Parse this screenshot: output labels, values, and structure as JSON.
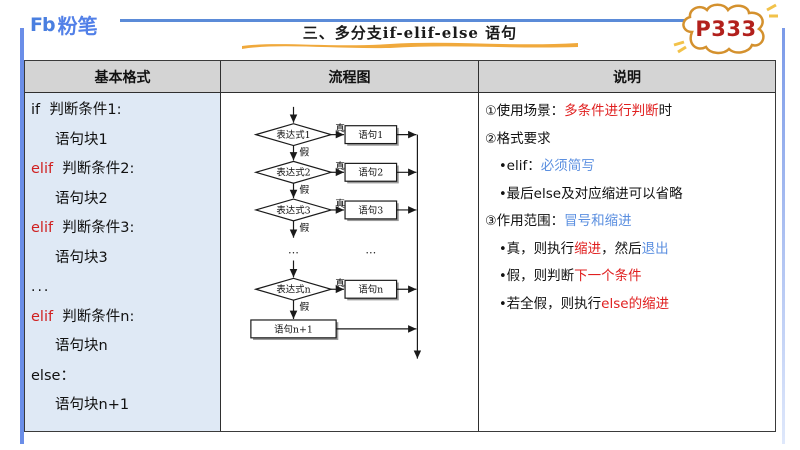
{
  "header": {
    "logo_mark": "Fb",
    "logo_text": "粉笔",
    "title": "三、多分支if-elif-else 语句",
    "page_badge": "P333",
    "badge_color": "#b2201c",
    "rule_color": "#5b8bd8",
    "brush_color": "#f0a93c"
  },
  "table": {
    "headers": [
      "基本格式",
      "流程图",
      "说明"
    ],
    "code": {
      "lines": [
        {
          "kw": "if",
          "kw_color": "plain",
          "rest": "  判断条件1:",
          "indent": false
        },
        {
          "kw": "",
          "kw_color": "plain",
          "rest": "语句块1",
          "indent": true
        },
        {
          "kw": "elif",
          "kw_color": "red",
          "rest": "  判断条件2:",
          "indent": false
        },
        {
          "kw": "",
          "kw_color": "plain",
          "rest": "语句块2",
          "indent": true
        },
        {
          "kw": "elif",
          "kw_color": "red",
          "rest": "  判断条件3:",
          "indent": false
        },
        {
          "kw": "",
          "kw_color": "plain",
          "rest": "语句块3",
          "indent": true
        },
        {
          "kw": "",
          "kw_color": "plain",
          "rest": "…",
          "indent": false
        },
        {
          "kw": "elif",
          "kw_color": "red",
          "rest": "  判断条件n:",
          "indent": false
        },
        {
          "kw": "",
          "kw_color": "plain",
          "rest": "语句块n",
          "indent": true
        },
        {
          "kw": "else",
          "kw_color": "plain",
          "rest": "：",
          "indent": false
        },
        {
          "kw": "",
          "kw_color": "plain",
          "rest": "语句块n+1",
          "indent": true
        }
      ]
    },
    "flowchart": {
      "decisions": [
        "表达式1",
        "表达式2",
        "表达式3",
        "表达式n"
      ],
      "statements": [
        "语句1",
        "语句2",
        "语句3",
        "语句n"
      ],
      "final_statement": "语句n+1",
      "true_label": "真",
      "false_label": "假",
      "ellipsis": "…"
    },
    "explain": {
      "items": [
        {
          "marker": "①",
          "type": "num",
          "parts": [
            {
              "t": "使用场景：",
              "c": "black"
            },
            {
              "t": "多条件进行判断",
              "c": "red"
            },
            {
              "t": "时",
              "c": "black"
            }
          ]
        },
        {
          "marker": "②",
          "type": "num",
          "parts": [
            {
              "t": "格式要求",
              "c": "black"
            }
          ]
        },
        {
          "marker": "•",
          "type": "bullet",
          "parts": [
            {
              "t": "elif：",
              "c": "black"
            },
            {
              "t": "必须简写",
              "c": "blue"
            }
          ]
        },
        {
          "marker": "•",
          "type": "bullet",
          "parts": [
            {
              "t": "最后else及对应缩进可以省略",
              "c": "black"
            }
          ]
        },
        {
          "marker": "③",
          "type": "num",
          "parts": [
            {
              "t": "作用范围：",
              "c": "black"
            },
            {
              "t": "冒号和缩进",
              "c": "blue"
            }
          ]
        },
        {
          "marker": "•",
          "type": "bullet",
          "parts": [
            {
              "t": "真，则执行",
              "c": "black"
            },
            {
              "t": "缩进",
              "c": "red"
            },
            {
              "t": "，然后",
              "c": "black"
            },
            {
              "t": "退出",
              "c": "blue"
            }
          ]
        },
        {
          "marker": "•",
          "type": "bullet",
          "parts": [
            {
              "t": "假，则判断",
              "c": "black"
            },
            {
              "t": "下一个条件",
              "c": "red"
            }
          ]
        },
        {
          "marker": "•",
          "type": "bullet",
          "parts": [
            {
              "t": "若全假，则执行",
              "c": "black"
            },
            {
              "t": "else的缩进",
              "c": "red"
            }
          ]
        }
      ]
    }
  }
}
